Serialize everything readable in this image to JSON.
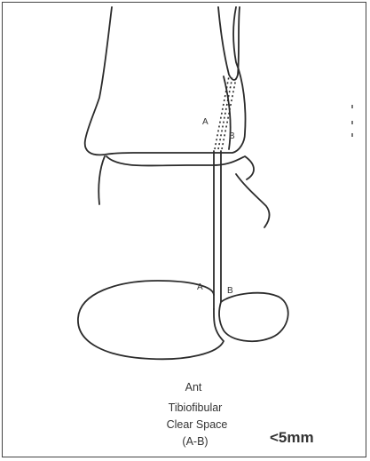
{
  "diagram": {
    "point_labels": {
      "upper_a": "A",
      "upper_b": "B",
      "lower_a": "A",
      "lower_b": "B"
    },
    "caption": {
      "line1": "Ant",
      "line2": "Tibiofibular",
      "line3": "Clear Space",
      "line4": "(A-B)"
    },
    "threshold": "<5mm"
  }
}
